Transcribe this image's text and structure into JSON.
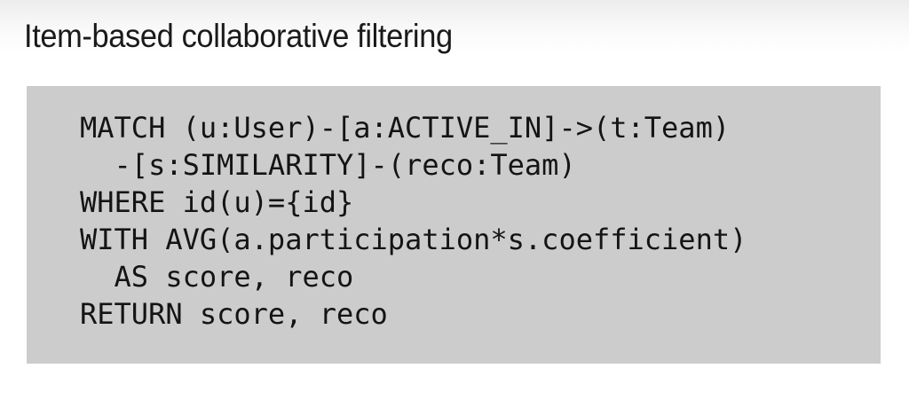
{
  "slide": {
    "title": "Item-based collaborative filtering",
    "background_color": "#ffffff",
    "title_color": "#1a1a1a",
    "code_block_color": "#cccccc",
    "code_text_color": "#141414"
  },
  "code": {
    "language": "cypher",
    "lines": [
      "MATCH (u:User)-[a:ACTIVE_IN]->(t:Team)",
      "  -[s:SIMILARITY]-(reco:Team)",
      "WHERE id(u)={id}",
      "WITH AVG(a.participation*s.coefficient)",
      "  AS score, reco",
      "RETURN score, reco"
    ]
  }
}
